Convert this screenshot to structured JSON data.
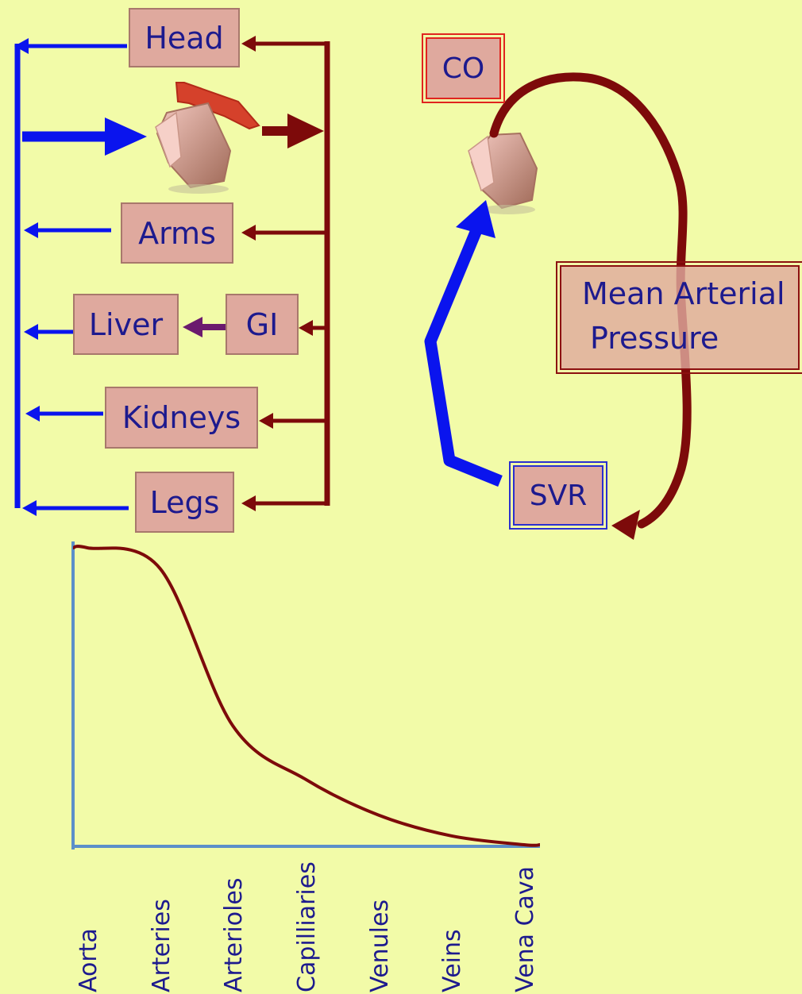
{
  "organs": {
    "head": "Head",
    "arms": "Arms",
    "liver": "Liver",
    "gi": "GI",
    "kidneys": "Kidneys",
    "legs": "Legs"
  },
  "map_loop": {
    "co": "CO",
    "svr": "SVR",
    "mean_arterial_line1": "Mean Arterial",
    "mean_arterial_line2": "Pressure"
  },
  "colors": {
    "background": "#f2fba8",
    "venous_blue": "#0a14ee",
    "arterial_red": "#7d0a0a",
    "portal_purple": "#6b1a6e",
    "box_fill": "#dfa99e",
    "text": "#1d1a8e",
    "axis": "#5b8fc9"
  },
  "chart_data": {
    "type": "line",
    "categories": [
      "Aorta",
      "Arteries",
      "Arterioles",
      "Capilliaries",
      "Venules",
      "Veins",
      "Vena Cava"
    ],
    "series": [
      {
        "values": [
          100,
          93,
          40,
          22,
          10,
          3,
          0
        ]
      }
    ],
    "ylim": [
      0,
      100
    ],
    "title": "",
    "xlabel": "",
    "ylabel": ""
  }
}
